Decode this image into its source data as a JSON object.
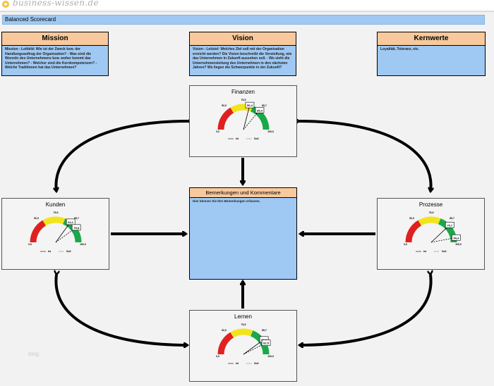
{
  "header": {
    "site_title": "business-wissen.de",
    "page_title": "Balanced Scorecard"
  },
  "cards": {
    "mission": {
      "title": "Mission",
      "text": "Mission - Leitbild: Wie ist der Zweck bzw. der Handlungsauftrag der Organisation? - Was sind die Wurzeln des Unternehmens bzw. woher kommt das Unternehmen? - Welcher sind die Kernkompetenzen? - Welche Traditionen hat das Unternehmen?"
    },
    "vision": {
      "title": "Vision",
      "text": "Vision - Leitziel: Welches Ziel soll mit der Organisation erreicht werden? Die Vision beschreibt die Vorstellung, wie das Unternehmen in Zukunft aussehen soll. - Wo sieht die Unternehmensleitung des Unternehmen in den nächsten Jahren? Wo liegen die Schwerpunkte in der Zukunft?"
    },
    "kernwerte": {
      "title": "Kernwerte",
      "text": "Loyalität, Toleranz, etc."
    },
    "comments": {
      "title": "Bemerkungen und Kommentare",
      "text": "Hier können Sie Ihre Bemerkungen erfassen."
    }
  },
  "gauges": {
    "finanzen": {
      "title": "Finanzen",
      "top_label": "75,5",
      "left_label": "52,0",
      "right_label": "85,7",
      "min_label": "0,0",
      "max_label": "100,0",
      "ist_label": "50,4",
      "soll_label": "65,4",
      "legend_ist": "Ist",
      "legend_soll": "Soll",
      "ist": 0.58,
      "soll": 0.72
    },
    "kunden": {
      "title": "Kunden",
      "top_label": "75,5",
      "left_label": "52,0",
      "right_label": "85,7",
      "min_label": "0,0",
      "max_label": "100,0",
      "ist_label": "64,1",
      "soll_label": "75,8",
      "legend_ist": "Ist",
      "legend_soll": "Soll",
      "ist": 0.7,
      "soll": 0.8
    },
    "prozesse": {
      "title": "Prozesse",
      "top_label": "75,5",
      "left_label": "52,0",
      "right_label": "85,7",
      "min_label": "0,0",
      "max_label": "100,0",
      "ist_label": "75,7",
      "soll_label": "94,4",
      "legend_ist": "Ist",
      "legend_soll": "Soll",
      "ist": 0.76,
      "soll": 0.94
    },
    "lernen": {
      "title": "Lernen",
      "top_label": "75,5",
      "left_label": "52,0",
      "right_label": "85,7",
      "min_label": "0,0",
      "max_label": "100,0",
      "ist_label": "80,0",
      "soll_label": "82,5",
      "legend_ist": "Ist",
      "legend_soll": "Soll",
      "ist": 0.8,
      "soll": 0.85
    }
  },
  "watermark": "blog",
  "colors": {
    "red": "#e02020",
    "yellow": "#f2e41c",
    "green": "#1aa84a",
    "blue": "#9fc9f3",
    "orange": "#f8c99c"
  }
}
